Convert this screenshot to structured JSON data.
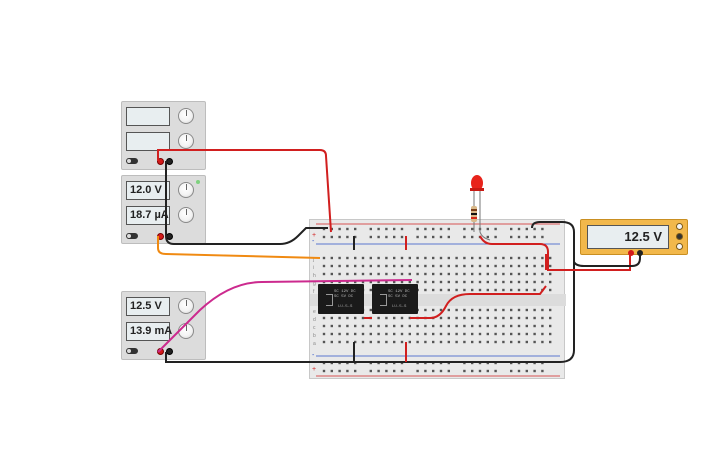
{
  "power_supplies": [
    {
      "id": "psu-1",
      "voltage": "",
      "current": "",
      "label": ""
    },
    {
      "id": "psu-2",
      "voltage": "12.0 V",
      "current": "18.7 µA",
      "label": ""
    },
    {
      "id": "psu-3",
      "voltage": "12.5 V",
      "current": "13.9 mA",
      "label": ""
    }
  ],
  "multimeter": {
    "reading": "12.5 V"
  },
  "breadboard": {
    "rail_plus": "+",
    "rail_minus": "-",
    "row_letters_top": [
      "j",
      "i",
      "h",
      "g",
      "f"
    ],
    "row_letters_bottom": [
      "e",
      "d",
      "c",
      "b",
      "a"
    ]
  },
  "chips": [
    {
      "id": "relay-1",
      "text": "SC 12V DC\nSC 5V DC\n",
      "label": "LU-5-S"
    },
    {
      "id": "relay-2",
      "text": "SC 12V DC\nSC 5V DC\n",
      "label": "LU-5-S"
    }
  ],
  "colors": {
    "wire_red": "#d11f1f",
    "wire_black": "#222222",
    "wire_orange": "#f08a12",
    "wire_magenta": "#cc2a8e",
    "multimeter_body": "#f2b84b",
    "led_red": "#e8231b"
  }
}
